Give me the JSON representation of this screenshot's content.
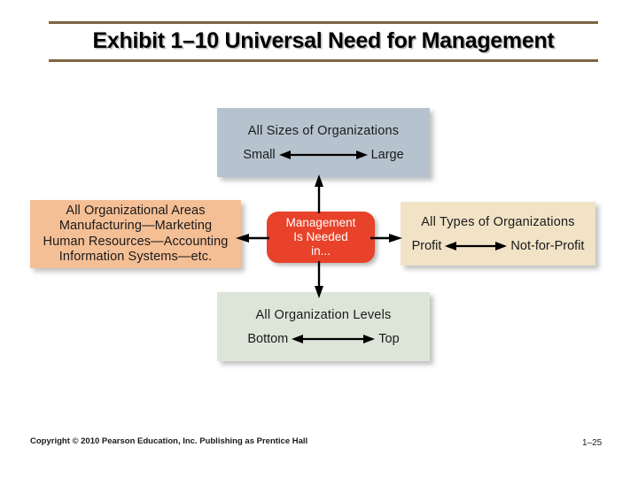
{
  "slide": {
    "title": "Exhibit 1–10 Universal Need for Management",
    "rule_color": "#7d6444"
  },
  "diagram": {
    "center": {
      "line1": "Management",
      "line2": "Is Needed",
      "line3": "in...",
      "color": "#e8422a",
      "text_color": "#ffffff"
    },
    "top": {
      "title": "All Sizes of Organizations",
      "scale_left": "Small",
      "scale_right": "Large",
      "color": "#b6c3cf"
    },
    "left": {
      "line1": "All Organizational Areas",
      "line2": "Manufacturing—Marketing",
      "line3": "Human Resources—Accounting",
      "line4": "Information Systems—etc.",
      "color": "#f5bf96"
    },
    "right": {
      "title": "All Types of Organizations",
      "scale_left": "Profit",
      "scale_right": "Not-for-Profit",
      "color": "#f2e3c6"
    },
    "bottom": {
      "title": "All Organization Levels",
      "scale_left": "Bottom",
      "scale_right": "Top",
      "color": "#dde5d8"
    }
  },
  "footer": {
    "copyright": "Copyright © 2010 Pearson Education, Inc. Publishing as Prentice Hall",
    "page_number": "1–25"
  }
}
